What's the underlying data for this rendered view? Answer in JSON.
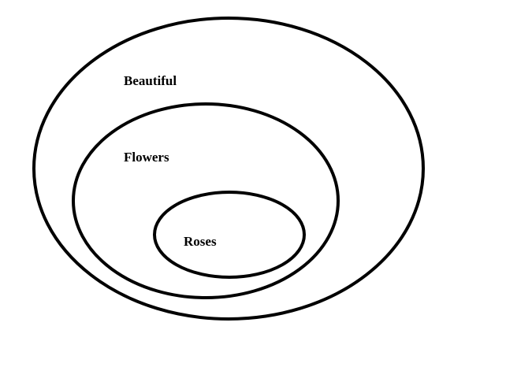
{
  "diagram": {
    "type": "nested-euler-diagram",
    "line_color": "#000000",
    "background_color": "#ffffff",
    "sets": [
      {
        "label": "Beautiful",
        "contains": "Flowers"
      },
      {
        "label": "Flowers",
        "contains": "Roses"
      },
      {
        "label": "Roses",
        "contains": null
      }
    ]
  }
}
